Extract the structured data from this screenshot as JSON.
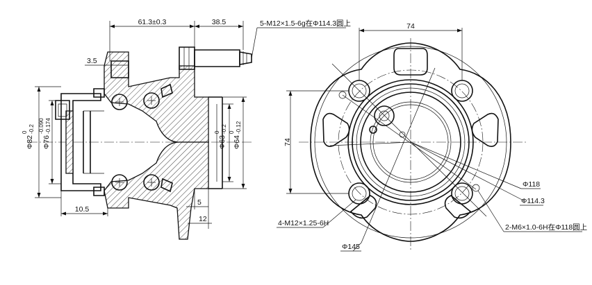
{
  "colors": {
    "ink": "#111111",
    "paper": "#ffffff"
  },
  "side_view": {
    "dim_flange_offset": "61.3±0.3",
    "dim_stud_length": "38.5",
    "dim_stud_spec": "5-M12×1.5-6g在Φ114.3圆上",
    "dim_pilot": "3.5",
    "dim_d82": "Φ82",
    "dim_d82_tol_upper": "0",
    "dim_d82_tol_lower": "-0.2",
    "dim_d76": "Φ76",
    "dim_d76_tol_upper": "-0.090",
    "dim_d76_tol_lower": "-0.174",
    "dim_d63": "Φ63",
    "dim_d63_tol_upper": "0",
    "dim_d63_tol_lower": "-0.2",
    "dim_d64": "Φ64",
    "dim_d64_tol_upper": "0",
    "dim_d64_tol_lower": "-0.12",
    "dim_bottom_width": "10.5",
    "dim_5": "5",
    "dim_12": "12"
  },
  "front_view": {
    "dim_top": "74",
    "dim_left": "74",
    "dim_d118": "Φ118",
    "dim_d114": "Φ114.3",
    "dim_d145": "Φ145",
    "dim_holes_left": "4-M12×1.25-6H",
    "dim_holes_right": "2-M6×1.0-6H在Φ118圆上"
  }
}
